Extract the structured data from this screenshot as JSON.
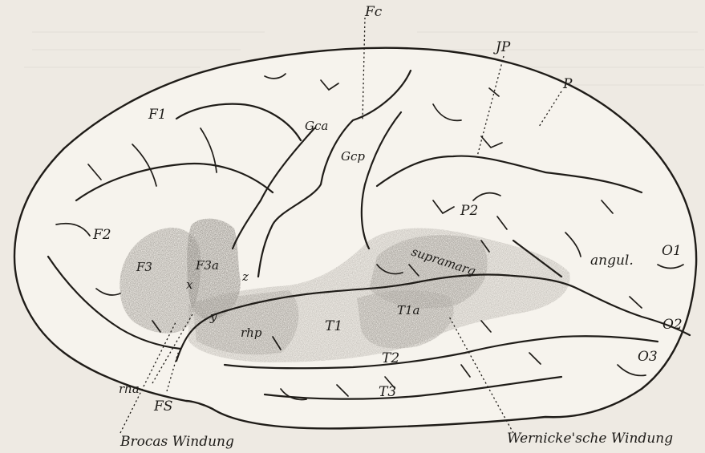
{
  "labels": {
    "fc": "Fc",
    "jp": "JP",
    "p": "P",
    "f1": "F1",
    "f2": "F2",
    "f3": "F3",
    "f3a": "F3a",
    "gca": "Gca",
    "gcp": "Gcp",
    "p2": "P2",
    "supramarg": "supramarg",
    "angul": "angul.",
    "o1": "O1",
    "o2": "O2",
    "o3": "O3",
    "t1": "T1",
    "t1a": "T1a",
    "t2": "T2",
    "t3": "T3",
    "rhp": "rhp",
    "rha": "rha",
    "fs": "FS",
    "x": "x",
    "y": "y",
    "z": "z"
  },
  "captions": {
    "broca": "Brocas Windung",
    "wernicke": "Wernicke'sche Windung"
  },
  "colors": {
    "paper": "#eeeae3",
    "brain_fill": "#f6f3ed",
    "ink": "#1f1c18",
    "speech_area_dark": "#8a8680",
    "speech_area_mid": "#a5a19b",
    "speech_area_light": "#bdb9b3"
  }
}
